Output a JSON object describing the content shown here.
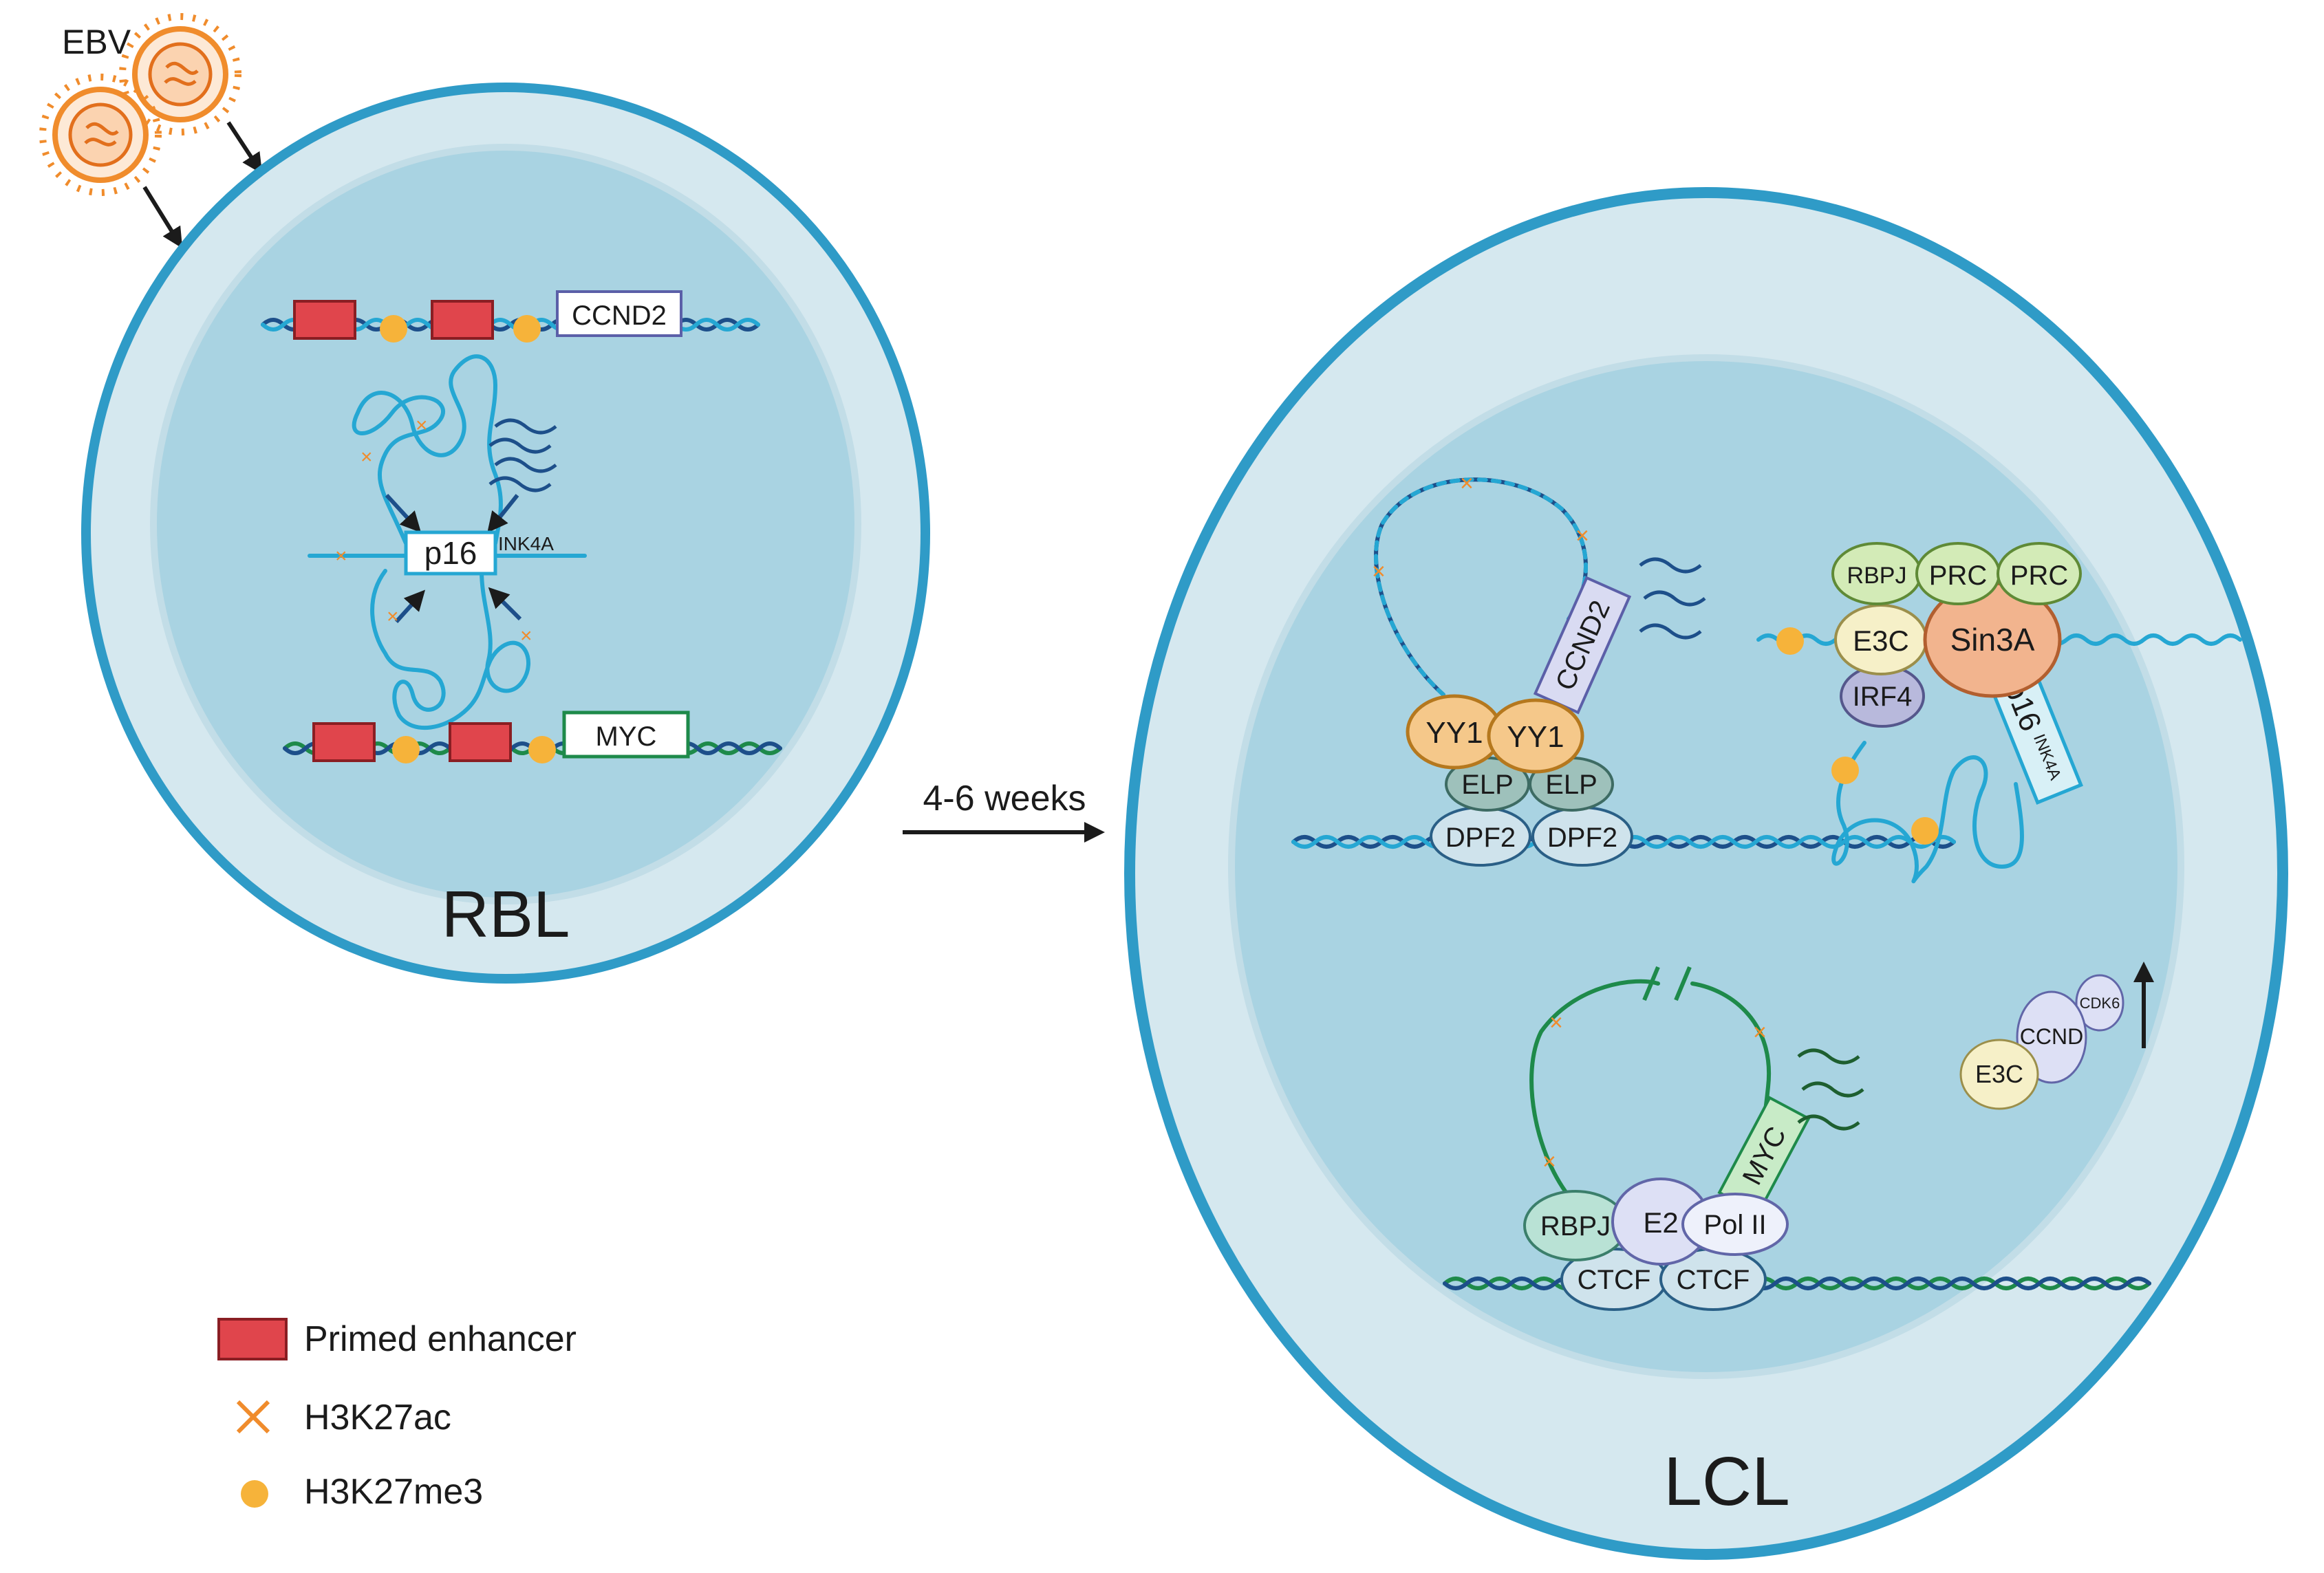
{
  "virus": {
    "label": "EBV"
  },
  "left_cell": {
    "name": "RBL",
    "genes": {
      "ccnd2": "CCND2",
      "p16": "p16",
      "p16_sup": "INK4A",
      "myc": "MYC"
    }
  },
  "arrow": {
    "label": "4-6 weeks"
  },
  "right_cell": {
    "name": "LCL",
    "loop1": {
      "gene": "CCND2",
      "proteins": [
        "YY1",
        "YY1",
        "ELP",
        "ELP",
        "DPF2",
        "DPF2"
      ]
    },
    "loop2": {
      "gene": "p16",
      "gene_sup": "INK4A",
      "proteins": [
        "RBPJ",
        "PRC",
        "PRC",
        "E3C",
        "Sin3A",
        "IRF4"
      ]
    },
    "loop3": {
      "gene": "MYC",
      "proteins": [
        "RBPJ",
        "E2",
        "Pol II",
        "CTCF",
        "CTCF"
      ]
    },
    "complex": {
      "proteins": [
        "E3C",
        "CCND",
        "CDK6"
      ]
    }
  },
  "legend": {
    "items": [
      {
        "label": "Primed enhancer",
        "color": "#e0454c"
      },
      {
        "label": "H3K27ac",
        "color": "#f08c2c"
      },
      {
        "label": "H3K27me3",
        "color": "#f6b33a"
      }
    ]
  },
  "colors": {
    "membrane": "#2f9bc7",
    "cytoplasm": "#d5e8ef",
    "nucleus": "#a9d3e2",
    "dna_dark": "#1d4f8a",
    "dna_light": "#25a7d3",
    "dna_green": "#1e8a4a"
  }
}
